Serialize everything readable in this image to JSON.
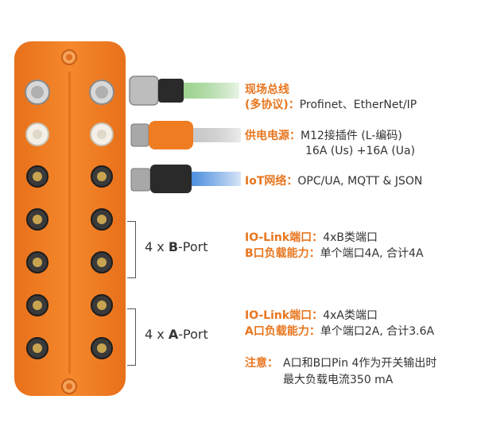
{
  "colors": {
    "housing": "#f07c22",
    "accent_text": "#e8761f",
    "fieldbus_cable": "#7cc36a",
    "power_cable": "#b8b8b8",
    "iot_cable": "#3b7fd6",
    "connector_body": "#2a2a2a"
  },
  "fieldbus": {
    "label_line1": "现场总线",
    "label_line2": "(多协议)：",
    "value": "Profinet、EtherNet/IP"
  },
  "power": {
    "label": "供电电源：",
    "value_line1": "M12接插件 (L-编码)",
    "value_line2": "16A (Us) +16A (Ua)"
  },
  "iot": {
    "label": "IoT网络：",
    "value": "OPC/UA, MQTT & JSON"
  },
  "b_ports": {
    "bracket_count": "4 x ",
    "bracket_letter": "B",
    "bracket_suffix": "-Port",
    "iolink_label": "IO-Link端口：",
    "iolink_value": "4xB类端口",
    "load_label": "B口负载能力：",
    "load_value": "单个端口4A, 合计4A"
  },
  "a_ports": {
    "bracket_count": "4 x ",
    "bracket_letter": "A",
    "bracket_suffix": "-Port",
    "iolink_label": "IO-Link端口：",
    "iolink_value": "4xA类端口",
    "load_label": "A口负载能力：",
    "load_value": "单个端口2A, 合计3.6A"
  },
  "note": {
    "label": "注意：",
    "line1": "A口和B口Pin 4作为开关输出时",
    "line2": "最大负载电流350 mA"
  }
}
